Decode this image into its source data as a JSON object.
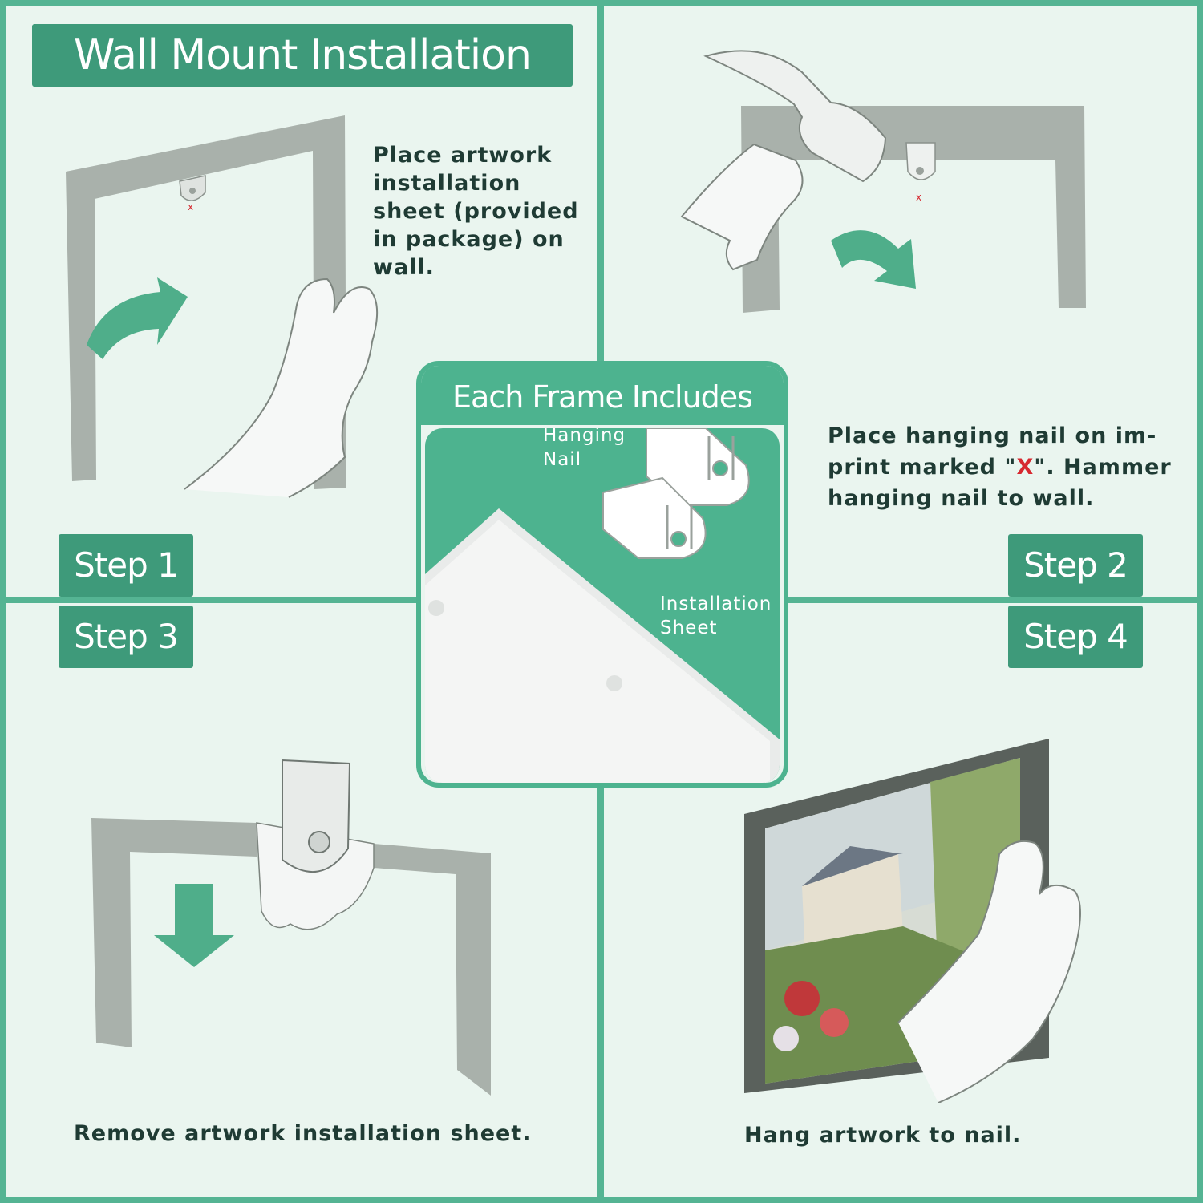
{
  "title": "Wall Mount Installation",
  "steps": [
    {
      "badge": "Step 1",
      "text": "Place artwork\n installation\nsheet (provided\nin package) on\nwall."
    },
    {
      "badge": "Step 2",
      "text_before": "Place hanging nail on im-print marked \"",
      "text_mark": "X",
      "text_after": "\". Hammer hanging nail to wall."
    },
    {
      "badge": "Step 3",
      "text": "Remove artwork installation sheet."
    },
    {
      "badge": "Step 4",
      "text": "Hang artwork to nail."
    }
  ],
  "includes": {
    "title": "Each Frame Includes",
    "hanging_nail_label": "Hanging\nNail",
    "installation_sheet_label": "Installation\nSheet"
  },
  "colors": {
    "accent": "#3e9a7a",
    "panel": "#4db38f",
    "background": "#eaf5ef",
    "text": "#1f3b34",
    "x_mark": "#d7282f",
    "sheet_gray": "#a9b1ab"
  }
}
